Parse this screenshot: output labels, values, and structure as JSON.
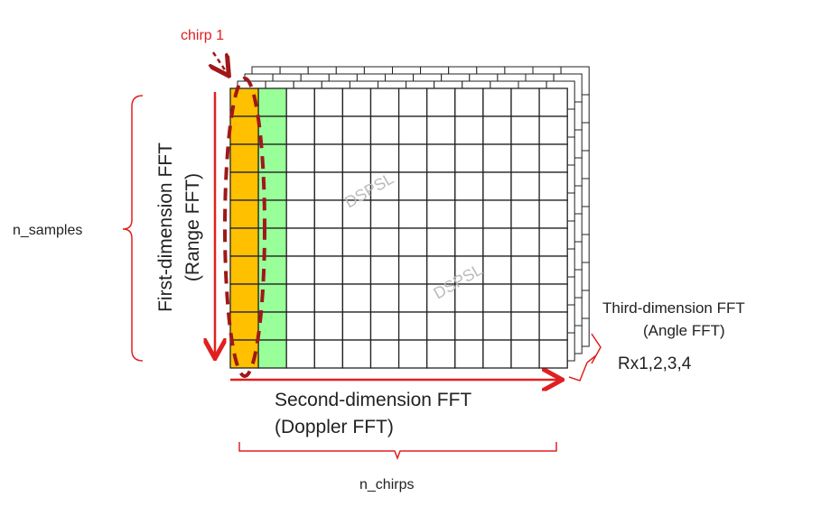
{
  "labels": {
    "chirp": "chirp 1",
    "samples": "n_samples",
    "first_fft_line1": "First-dimension FFT",
    "first_fft_line2": "(Range FFT)",
    "second_fft_line1": "Second-dimension FFT",
    "second_fft_line2": "(Doppler FFT)",
    "third_fft_line1": "Third-dimension FFT",
    "third_fft_line2": "(Angle FFT)",
    "rx": "Rx1,2,3,4",
    "chirps": "n_chirps",
    "watermark": "DSPSL"
  },
  "grid": {
    "rows": 10,
    "cols": 12,
    "layers": 4
  },
  "colors": {
    "red": "#e02020",
    "dark_red": "#a01818",
    "orange": "#ffc000",
    "green": "#99ff99",
    "grid": "#222222"
  }
}
